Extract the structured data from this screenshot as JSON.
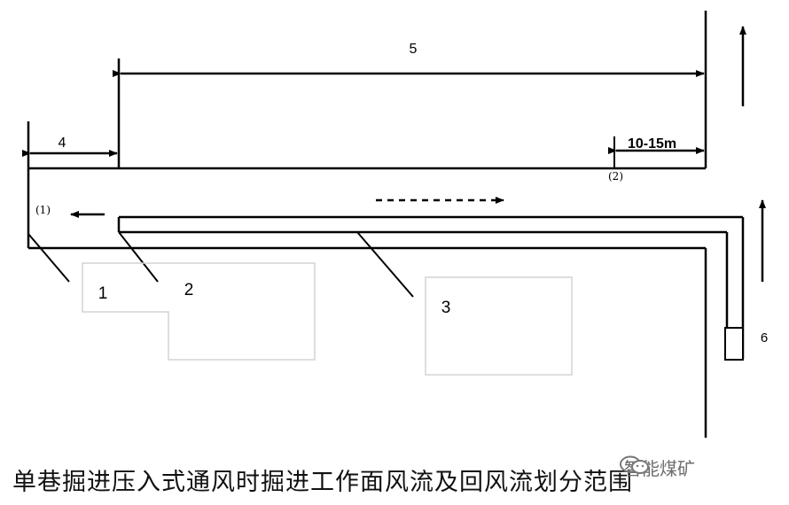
{
  "labels": {
    "n1": "1",
    "n2": "2",
    "n3": "3",
    "n4": "4",
    "n5": "5",
    "n6": "6",
    "dist": "10-15m",
    "p1": "(1)",
    "p2": "(2)"
  },
  "caption": "单巷掘进压入式通风时掘进工作面风流及回风流划分范围",
  "watermark": {
    "text": "智能煤矿",
    "icon": "wechat-icon"
  }
}
